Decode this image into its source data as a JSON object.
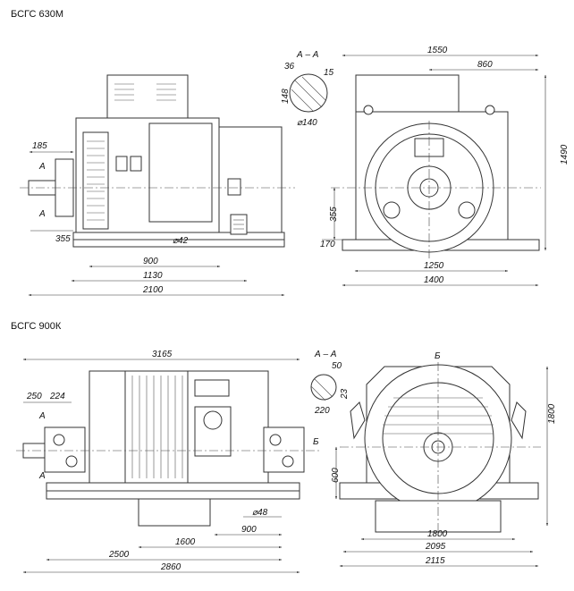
{
  "drawing1": {
    "title": "БСГС 630М",
    "section_label": "А – А",
    "cut_label_top": "А",
    "cut_label_bottom": "А",
    "dims": {
      "d1550": "1550",
      "d860": "860",
      "d36": "36",
      "d15": "15",
      "d148": "148",
      "d140": "⌀140",
      "d1490": "1490",
      "d185": "185",
      "d355a": "355",
      "d355b": "355",
      "d170": "170",
      "d42": "⌀42",
      "d900": "900",
      "d1130": "1130",
      "d2100": "2100",
      "d1250": "1250",
      "d1400": "1400"
    }
  },
  "drawing2": {
    "title": "БСГС 900К",
    "section_label": "А – А",
    "cut_label_top": "А",
    "cut_label_bottom": "А",
    "view_b_left": "Б",
    "view_b_right": "Б",
    "dims": {
      "d3165": "3165",
      "d50": "50",
      "d23": "23",
      "d220": "220",
      "d250": "250",
      "d224": "224",
      "d1800v": "1800",
      "d600": "600",
      "d48": "⌀48",
      "d900": "900",
      "d1600": "1600",
      "d2500": "2500",
      "d2860": "2860",
      "d1800h": "1800",
      "d2095": "2095",
      "d2115": "2115"
    }
  }
}
